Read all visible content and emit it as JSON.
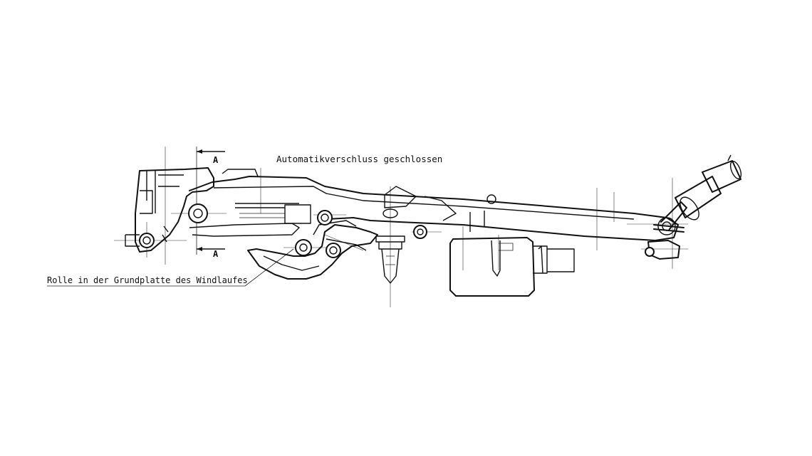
{
  "title": "Automatikverschluss geschlossen",
  "callout": "Rolle in der Grundplatte des Windlaufes",
  "section_top": "A",
  "section_bottom": "A",
  "colors": {
    "ink": "#111111",
    "background": "#ffffff"
  }
}
